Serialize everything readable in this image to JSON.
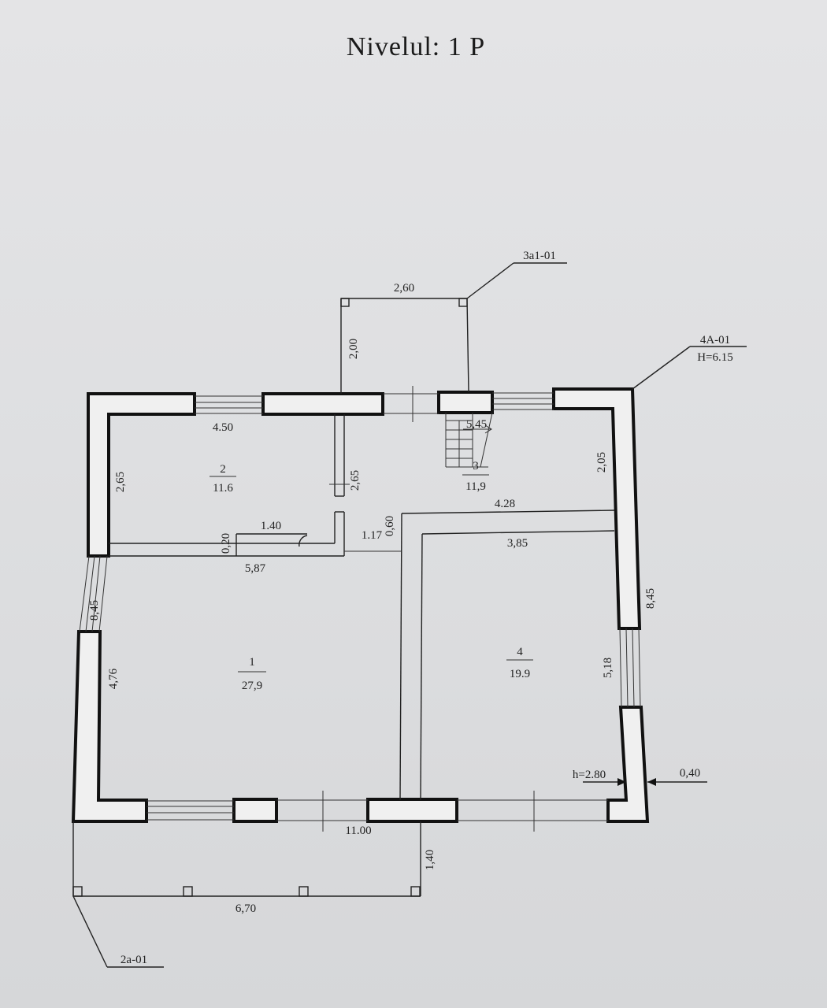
{
  "title": "Nivelul: 1 P",
  "rooms": [
    {
      "number": "1",
      "area": "27,9"
    },
    {
      "number": "2",
      "area": "11.6"
    },
    {
      "number": "3",
      "area": "11,9"
    },
    {
      "number": "4",
      "area": "19.9"
    }
  ],
  "dimensions": {
    "porch_width": "2,60",
    "porch_depth": "2,00",
    "room2_width": "4.50",
    "room2_height": "2,65",
    "partition_height": "2,65",
    "stair_len": "5,45",
    "room3_width": "4.28",
    "room4_width": "3,85",
    "right_wall_top": "2,05",
    "right_total": "8,45",
    "left_total": "8,45",
    "left_lower": "4,76",
    "right_lower": "5,18",
    "corridor_width": "1.40",
    "wall_020": "0,20",
    "corridor_len": "5,87",
    "door_117": "1.17",
    "door_060": "0,60",
    "total_width": "11.00",
    "terrace_depth": "1,40",
    "terrace_width": "6,70",
    "wall_thickness": "0,40",
    "ceiling_height": "h=2.80"
  },
  "callouts": {
    "porch_code": "3a1-01",
    "building_code": "4A-01",
    "building_height": "H=6.15",
    "terrace_code": "2a-01"
  }
}
